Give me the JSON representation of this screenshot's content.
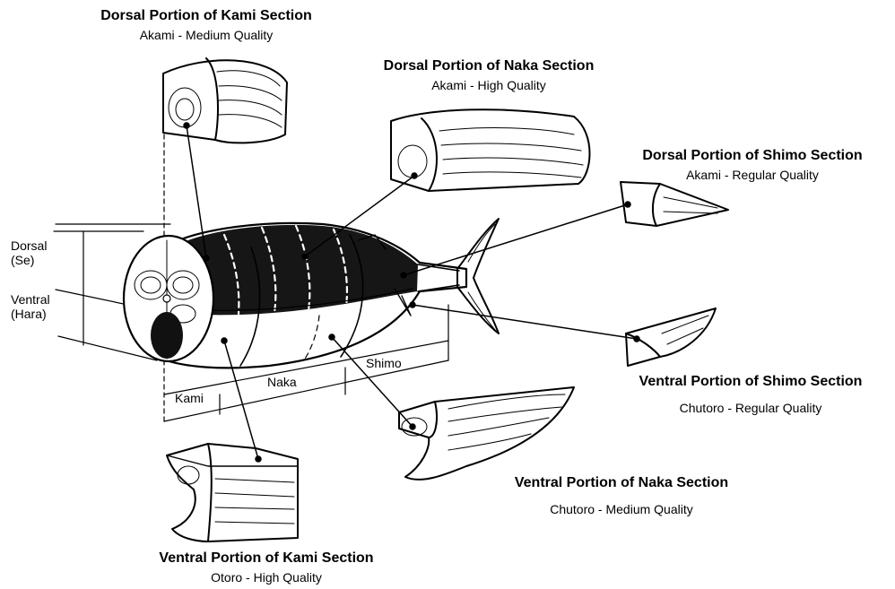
{
  "labels": {
    "dorsal_kami": {
      "title": "Dorsal Portion of Kami Section",
      "sub": "Akami - Medium Quality"
    },
    "dorsal_naka": {
      "title": "Dorsal Portion of Naka Section",
      "sub": "Akami - High Quality"
    },
    "dorsal_shimo": {
      "title": "Dorsal Portion of Shimo Section",
      "sub": "Akami - Regular Quality"
    },
    "ventral_shimo": {
      "title": "Ventral Portion of Shimo Section",
      "sub": "Chutoro - Regular Quality"
    },
    "ventral_naka": {
      "title": "Ventral Portion of Naka Section",
      "sub": "Chutoro - Medium Quality"
    },
    "ventral_kami": {
      "title": "Ventral Portion of Kami Section",
      "sub": "Otoro - High Quality"
    }
  },
  "side": {
    "dorsal": [
      "Dorsal",
      "(Se)"
    ],
    "ventral": [
      "Ventral",
      "(Hara)"
    ]
  },
  "sections": {
    "kami": "Kami",
    "naka": "Naka",
    "shimo": "Shimo"
  }
}
